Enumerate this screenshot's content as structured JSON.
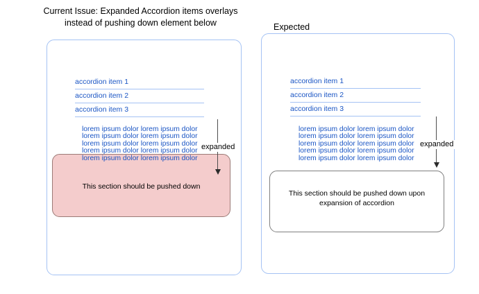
{
  "colors": {
    "panel_border": "#a4c2f4",
    "accordion_divider": "#a4c2f4",
    "link_text_blue": "#1a55c4",
    "issue_box_fill": "#f4cccc",
    "issue_box_border": "#9b7a76",
    "expected_box_border": "#7f7f7f",
    "arrow": "#2b2b2b",
    "background": "#ffffff"
  },
  "left_diagram": {
    "title_line1": "Current Issue: Expanded Accordion items overlays",
    "title_line2": "instead of pushing down element below",
    "accordion_items": [
      "accordion item 1",
      "accordion item 2",
      "accordion item 3"
    ],
    "lorem_lines": [
      "lorem ipsum dolor lorem ipsum dolor",
      "lorem ipsum dolor lorem ipsum dolor",
      "lorem ipsum dolor lorem ipsum dolor",
      "lorem ipsum dolor lorem ipsum dolor",
      "lorem ipsum dolor lorem ipsum dolor"
    ],
    "expanded_label": "expanded",
    "pushed_box_text": "This section should be pushed down"
  },
  "right_diagram": {
    "title": "Expected",
    "accordion_items": [
      "accordion item 1",
      "accordion item 2",
      "accordion item 3"
    ],
    "lorem_lines": [
      "lorem ipsum dolor lorem ipsum dolor",
      "lorem ipsum dolor lorem ipsum dolor",
      "lorem ipsum dolor lorem ipsum dolor",
      "lorem ipsum dolor lorem ipsum dolor",
      "lorem ipsum dolor lorem ipsum dolor"
    ],
    "expanded_label": "expanded",
    "pushed_box_text_line1": "This section should be pushed down upon",
    "pushed_box_text_line2": "expansion of accordion"
  }
}
